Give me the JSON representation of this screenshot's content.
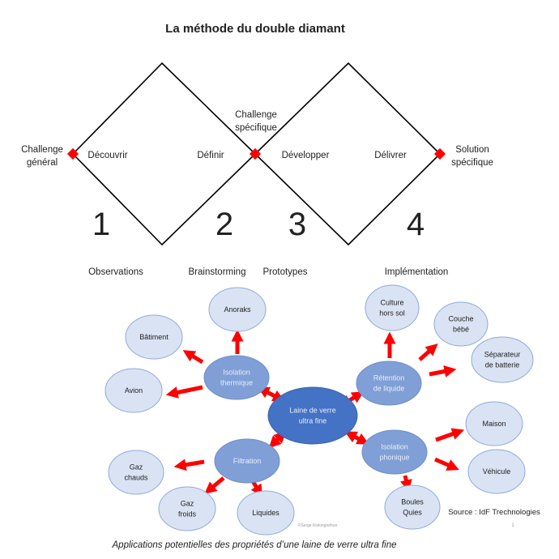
{
  "title": "La méthode du double diamant",
  "diamond": {
    "start": [
      "Challenge",
      "général"
    ],
    "middle": [
      "Challenge",
      "spécifique"
    ],
    "end": [
      "Solution",
      "spécifique"
    ],
    "phases": [
      "Découvrir",
      "Définir",
      "Développer",
      "Délivrer"
    ],
    "numbers": [
      "1",
      "2",
      "3",
      "4"
    ],
    "steps": [
      "Observations",
      "Brainstorming",
      "Prototypes",
      "Implémentation"
    ],
    "marker_color": "#ff0000"
  },
  "mindmap": {
    "center": [
      "Laine de verre",
      "ultra fine"
    ],
    "branches": [
      {
        "label": [
          "Isolation",
          "thermique"
        ],
        "leaves": [
          [
            "Anoraks"
          ],
          [
            "Bâtiment"
          ],
          [
            "Avion"
          ]
        ]
      },
      {
        "label": [
          "Rétention",
          "de liquide"
        ],
        "leaves": [
          [
            "Culture",
            "hors sol"
          ],
          [
            "Couche",
            "bébé"
          ],
          [
            "Séparateur",
            "de batterie"
          ]
        ]
      },
      {
        "label": [
          "Filtration"
        ],
        "leaves": [
          [
            "Gaz",
            "chauds"
          ],
          [
            "Gaz",
            "froids"
          ],
          [
            "Liquides"
          ]
        ]
      },
      {
        "label": [
          "Isolation",
          "phonique"
        ],
        "leaves": [
          [
            "Maison"
          ],
          [
            "Véhicule"
          ],
          [
            "Boules",
            "Quies"
          ]
        ]
      }
    ],
    "arrow_color": "#ff0000"
  },
  "source": "Source : IdF Trechnologies",
  "copyright": "©Serge Kinkingnéhun",
  "page_number": "1",
  "caption": "Applications potentielles des propriétés d’une laine de verre ultra fine"
}
